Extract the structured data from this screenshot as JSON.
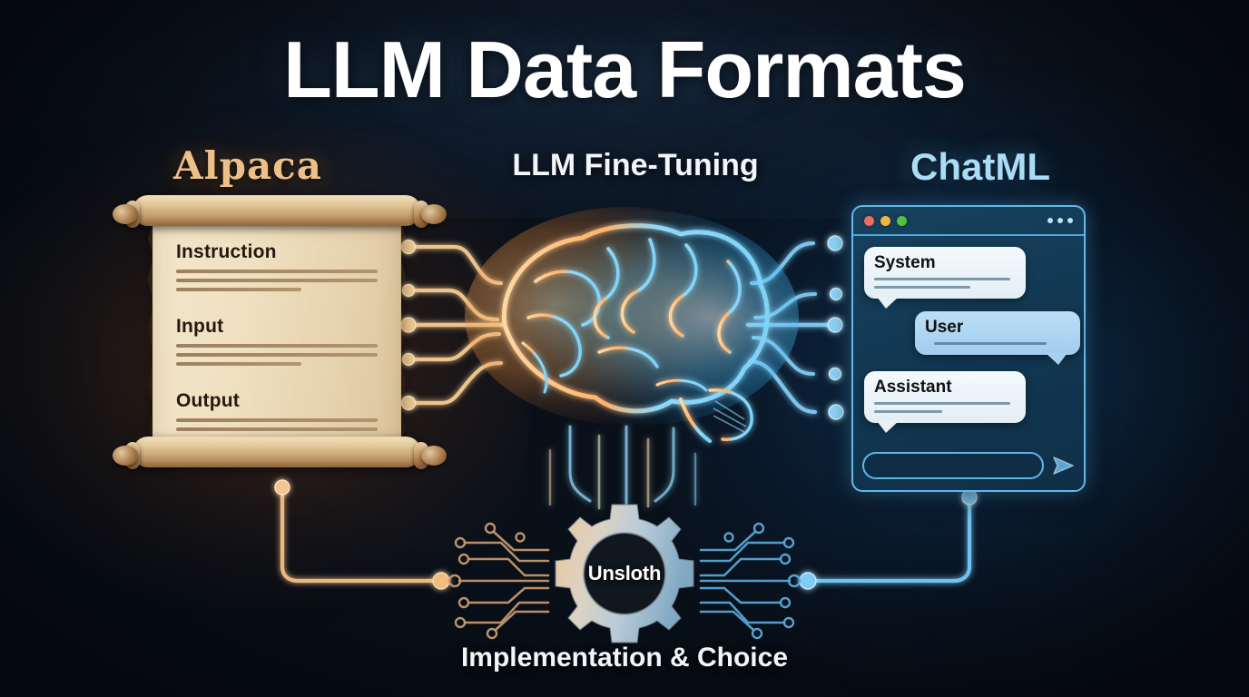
{
  "page": {
    "title": "LLM Data Formats",
    "bottom_caption": "Implementation & Choice",
    "background_color": "#09101a",
    "warm_accent": "#e8a45c",
    "cool_accent": "#5fb4e6"
  },
  "left_panel": {
    "title": "Alpaca",
    "title_color": "#eec089",
    "icon": "parchment-scroll-icon",
    "fields": [
      {
        "label": "Instruction"
      },
      {
        "label": "Input"
      },
      {
        "label": "Output"
      }
    ]
  },
  "center_panel": {
    "title": "LLM Fine-Tuning",
    "title_color": "#f2f6fa",
    "icon": "glowing-brain-icon"
  },
  "right_panel": {
    "title": "ChatML",
    "title_color": "#a9dcf7",
    "window": {
      "traffic_lights": [
        "red",
        "yellow",
        "green"
      ],
      "menu_icon": "kebab-menu-icon",
      "messages": [
        {
          "role": "System",
          "align": "left",
          "lines": 2
        },
        {
          "role": "User",
          "align": "right",
          "lines": 1
        },
        {
          "role": "Assistant",
          "align": "left",
          "lines": 2
        }
      ],
      "composer": {
        "placeholder": "",
        "send_icon": "send-paper-plane-icon"
      }
    }
  },
  "bottom_panel": {
    "gear_label": "Unsloth",
    "icon": "gear-icon",
    "caption": "Implementation & Choice"
  }
}
